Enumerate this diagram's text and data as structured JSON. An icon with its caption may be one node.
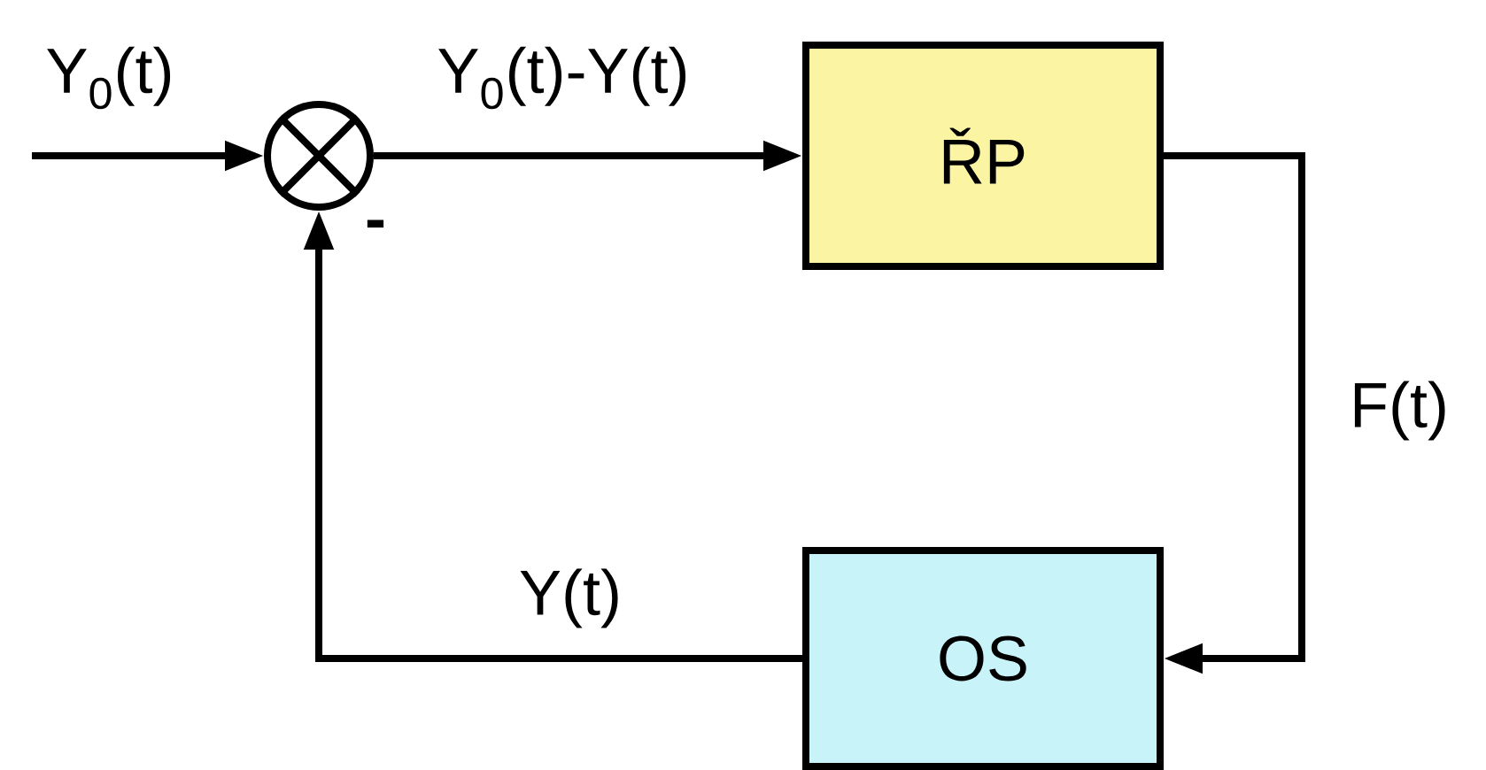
{
  "diagram": {
    "nodes": [
      {
        "text": [],
        "shape": "circle"
      },
      {
        "text": [
          "ŘP"
        ]
      },
      {
        "text": [
          "OS"
        ]
      }
    ],
    "edges": [
      {
        "from": null,
        "to": 0,
        "arrow": "to",
        "label": "Y$_{0}$(t)"
      },
      {
        "from": 0,
        "to": 1,
        "arrow": "to",
        "label": "Y$_{0}$(t)-Y(t)"
      },
      {
        "from": 1,
        "to": 2,
        "arrow": "to",
        "label": "F(t)"
      },
      {
        "from": 2,
        "to": 0,
        "arrow": "to",
        "label": "Y(t)"
      }
    ],
    "labels": [
      "-"
    ]
  }
}
